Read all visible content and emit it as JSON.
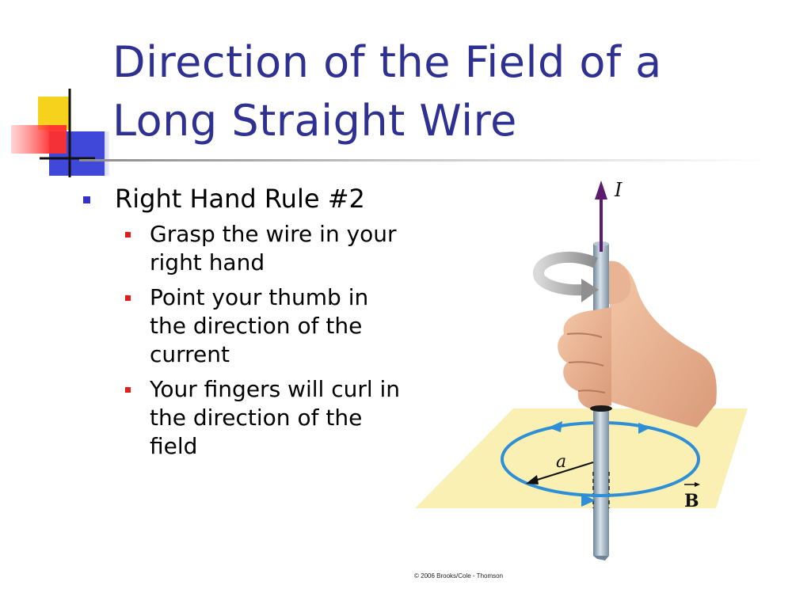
{
  "slide": {
    "title": "Direction of the Field of a Long Straight Wire",
    "bullets": [
      {
        "text": "Right Hand Rule #2",
        "sub": [
          "Grasp the wire in your right hand",
          "Point your thumb in the direction of the current",
          "Your fingers will curl in the direction of the field"
        ]
      }
    ]
  },
  "figure": {
    "current_label": "I",
    "radius_label": "a",
    "field_label": "B",
    "credit": "© 2006 Brooks/Cole - Thomson"
  },
  "colors": {
    "title": "#2e3192",
    "level1_bullet": "#3333cc",
    "level2_bullet": "#e31c1c",
    "plane": "#faf0b4",
    "field_loop": "#2e8fd6",
    "current_arrow": "#5c1c6e",
    "wire": "#9fb3c4"
  }
}
